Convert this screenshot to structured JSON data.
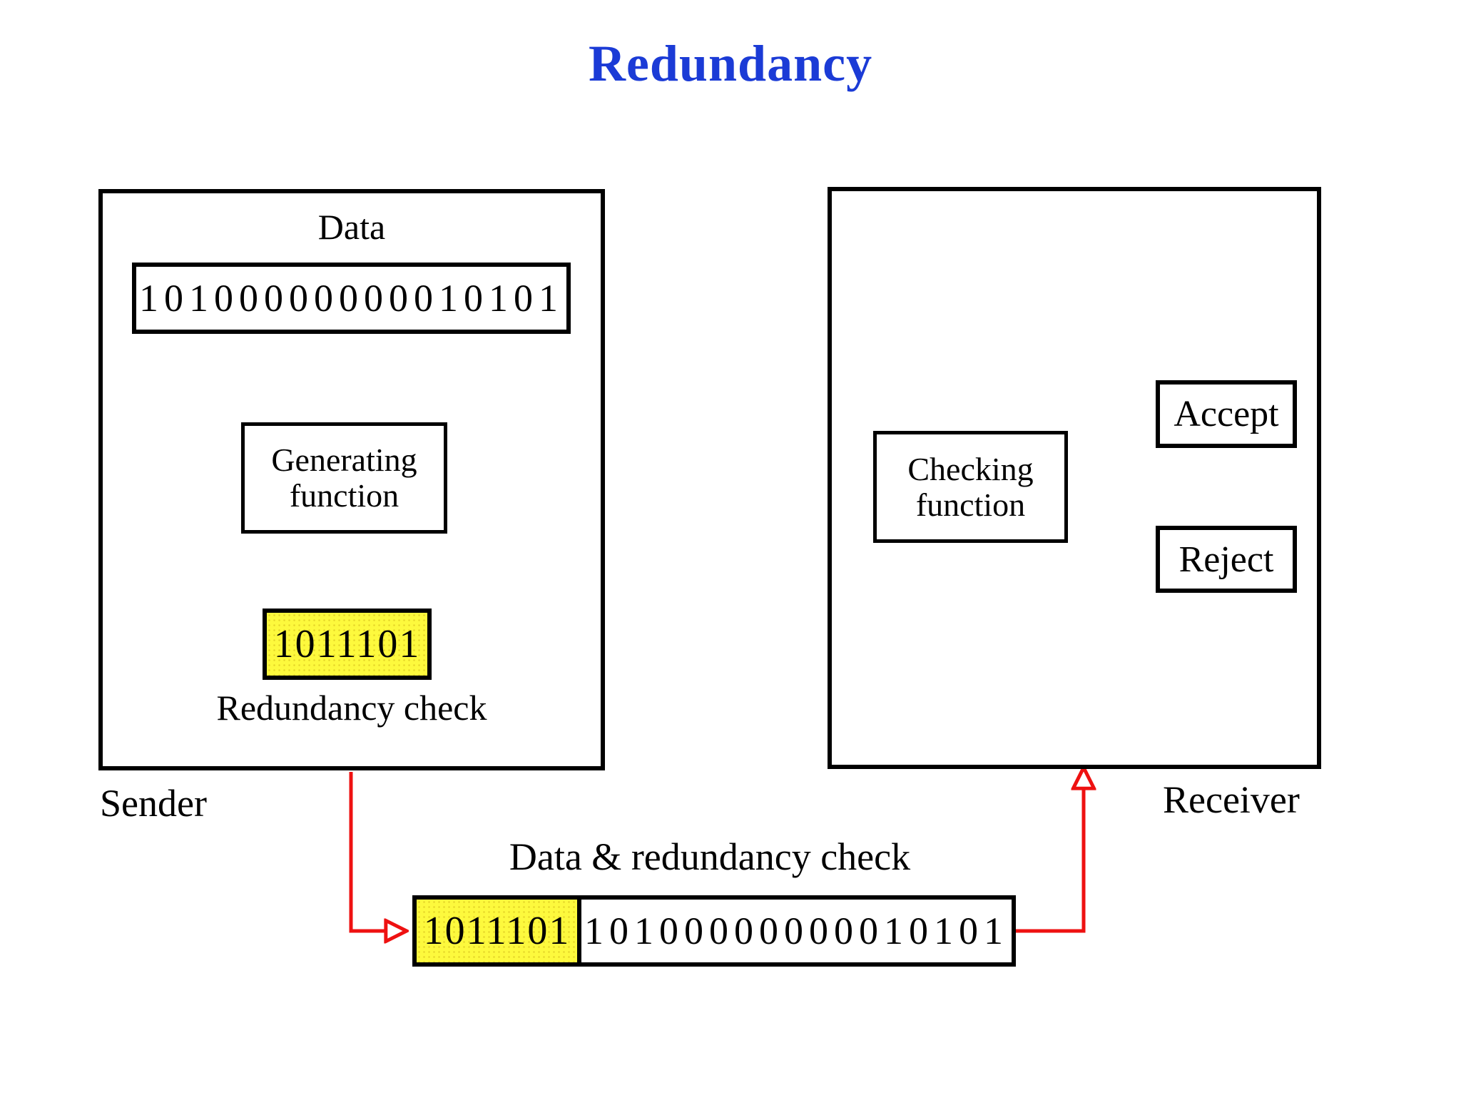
{
  "title": "Redundancy",
  "colors": {
    "title_blue": "#1b3bd6",
    "arrow_red": "#ee1111",
    "highlight_yellow": "#fdf93d"
  },
  "sender": {
    "panel_label": "Sender",
    "data_label": "Data",
    "data_bits": "10100000000010101",
    "generator_line1": "Generating",
    "generator_line2": "function",
    "check_bits": "1011101",
    "check_label": "Redundancy check"
  },
  "receiver": {
    "panel_label": "Receiver",
    "checker_line1": "Checking",
    "checker_line2": "function",
    "accept_label": "Accept",
    "reject_label": "Reject"
  },
  "transmission": {
    "label": "Data & redundancy check",
    "check_bits": "1011101",
    "data_bits": "10100000000010101"
  }
}
